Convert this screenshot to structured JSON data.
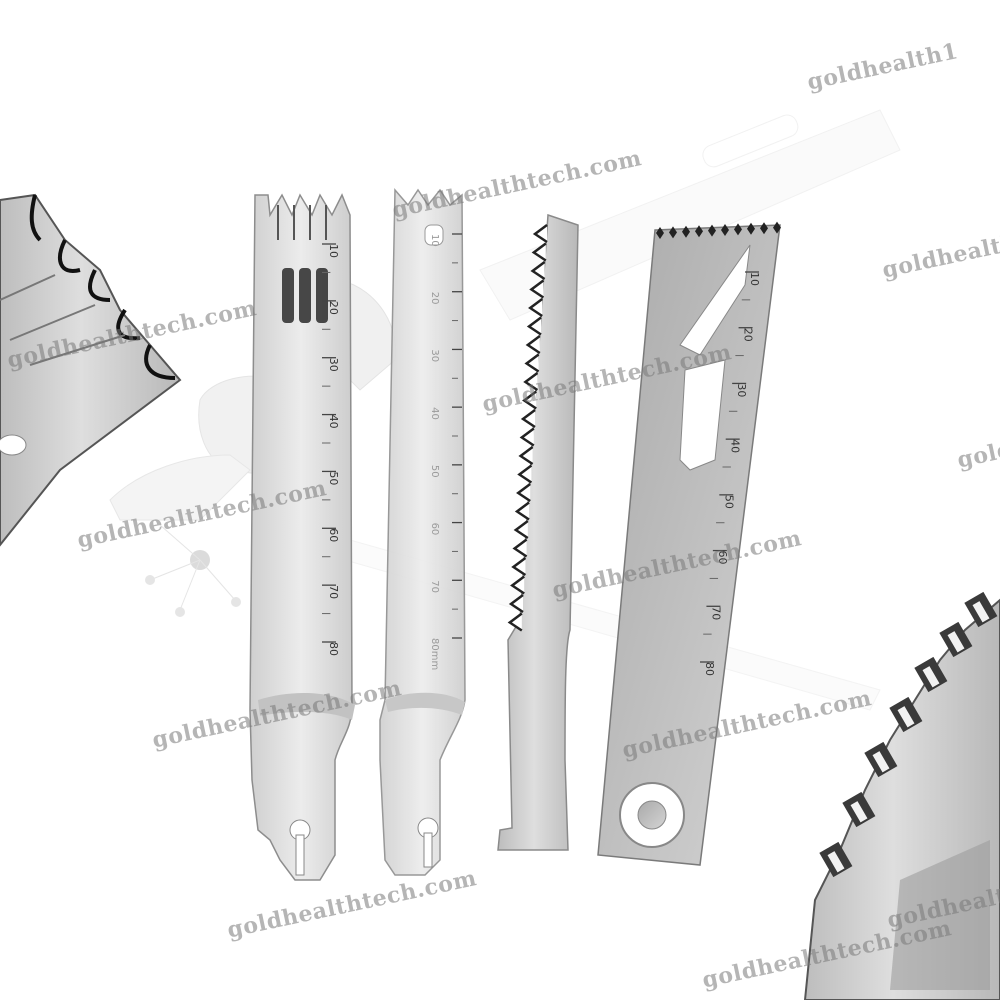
{
  "watermarks": [
    "goldhealth1",
    "goldhealthtech.com",
    "goldhealth",
    "goldhealthtech.com",
    "goldhealthtech.com",
    "goldhealth",
    "goldhealthtech.com",
    "goldhealthtech.com",
    "goldhealthtech.com",
    "goldhealthtech.com",
    "goldhealthtech.com",
    "goldhealthtech.com",
    "goldhealthtech.com"
  ],
  "blade1": {
    "scale": [
      "10",
      "20",
      "30",
      "40",
      "50",
      "60",
      "70",
      "80"
    ]
  },
  "blade2": {
    "scale": [
      "10",
      "20",
      "30",
      "40",
      "50",
      "60",
      "70",
      "80mm"
    ]
  },
  "blade4": {
    "scale": [
      "10",
      "20",
      "30",
      "40",
      "50",
      "60",
      "70",
      "80"
    ]
  },
  "colors": {
    "steel": "#d9d9d9",
    "steel_dark": "#a8a8a8",
    "background": "#ffffff"
  }
}
